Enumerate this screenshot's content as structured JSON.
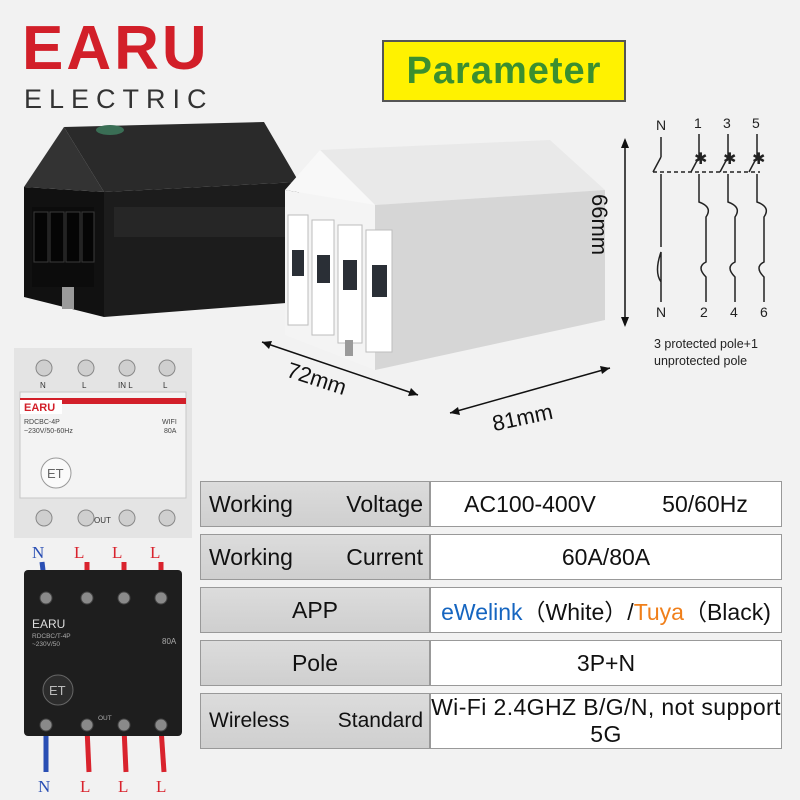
{
  "brand": {
    "name": "EARU",
    "tagline": "ELECTRIC"
  },
  "badge": "Parameter",
  "dimensions": {
    "height": "66mm",
    "width": "72mm",
    "depth": "81mm"
  },
  "schematic": {
    "top_labels": [
      "N",
      "1",
      "3",
      "5"
    ],
    "bottom_labels": [
      "N",
      "2",
      "4",
      "6"
    ],
    "note": "3 protected pole+1 unprotected pole"
  },
  "devices": {
    "front_white": {
      "brand": "EARU",
      "model": "RDCBC-4P",
      "rating": "~230V/50-60Hz",
      "wifi": "WIFI",
      "amps": "80A",
      "top_terms": [
        "N",
        "L",
        "IN L",
        "L"
      ],
      "out": "OUT"
    },
    "front_black": {
      "brand": "EARU",
      "model": "RDCBC/T-4P",
      "rating": "~230V/50",
      "amps": "80A",
      "out": "OUT"
    }
  },
  "wiring": {
    "top": [
      "N",
      "L",
      "L",
      "L"
    ],
    "bottom": [
      "N",
      "L",
      "L",
      "L"
    ]
  },
  "specs": [
    {
      "label": [
        "Working",
        "Voltage"
      ],
      "value": [
        "AC100-400V",
        "50/60Hz"
      ]
    },
    {
      "label": [
        "Working",
        "Current"
      ],
      "value": "60A/80A"
    },
    {
      "label": "APP",
      "value": {
        "a": "eWelink",
        "b": "（White）/",
        "c": "Tuya",
        "d": "（Black)"
      }
    },
    {
      "label": "Pole",
      "value": "3P+N"
    },
    {
      "label": [
        "Wireless",
        "Standard"
      ],
      "value": "Wi-Fi  2.4GHZ  B/G/N,  not  support  5G"
    }
  ],
  "colors": {
    "brand_red": "#d21f29",
    "badge_yellow": "#fff200",
    "badge_green": "#3b8f2f",
    "ewelink_blue": "#1565c0",
    "tuya_orange": "#f07f1a",
    "wire_blue": "#2a4fb4",
    "wire_red": "#d9232d"
  }
}
